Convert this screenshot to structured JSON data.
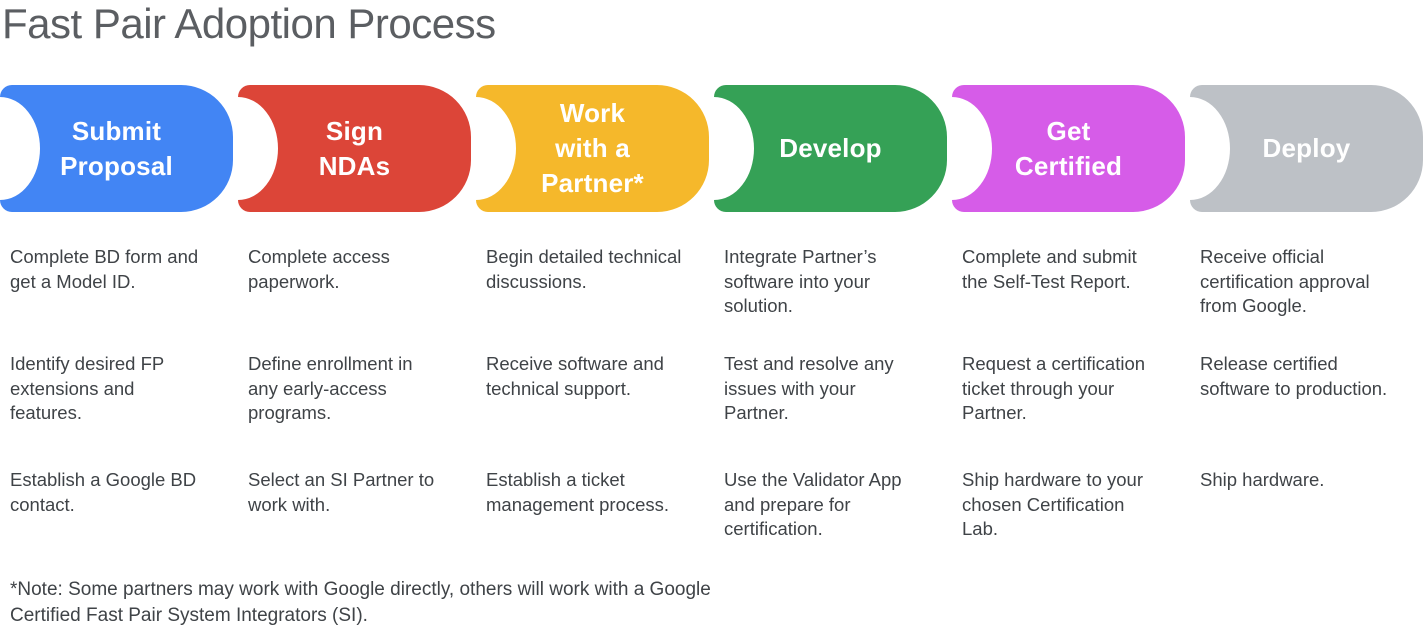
{
  "title": "Fast Pair Adoption Process",
  "stages": [
    {
      "label": "Submit Proposal",
      "color": "#4285F4",
      "color_name": "blue",
      "steps": [
        "Complete BD form and get a Model ID.",
        "Identify desired FP extensions and features.",
        "Establish a Google BD contact."
      ]
    },
    {
      "label": "Sign NDAs",
      "color": "#DC4538",
      "color_name": "red",
      "steps": [
        "Complete access paperwork.",
        "Define enrollment in any early-access programs.",
        "Select an SI Partner to work with."
      ]
    },
    {
      "label": "Work with a Partner*",
      "color": "#F5B82B",
      "color_name": "yellow",
      "steps": [
        "Begin detailed technical discussions.",
        "Receive software and technical support.",
        "Establish a ticket management process."
      ]
    },
    {
      "label": "Develop",
      "color": "#35A156",
      "color_name": "green",
      "steps": [
        "Integrate Partner’s software into your solution.",
        "Test and resolve any issues with your Partner.",
        "Use the Validator App and prepare for certification."
      ]
    },
    {
      "label": "Get Certified",
      "color": "#D65CE8",
      "color_name": "magenta",
      "steps": [
        "Complete and submit the Self-Test Report.",
        "Request a certification ticket through your Partner.",
        "Ship hardware to your chosen Certification Lab."
      ]
    },
    {
      "label": "Deploy",
      "color": "#BDC1C6",
      "color_name": "gray",
      "steps": [
        "Receive official certification approval from Google.",
        "Release certified software to production.",
        "Ship hardware."
      ]
    }
  ],
  "note": "*Note: Some partners may work with Google directly, others will work with a Google Certified Fast Pair System Integrators (SI).",
  "colors": {
    "title_text": "#5B5E62",
    "body_text": "#3F4347",
    "background": "#FFFFFF",
    "stage_label_text": "#FFFFFF"
  }
}
